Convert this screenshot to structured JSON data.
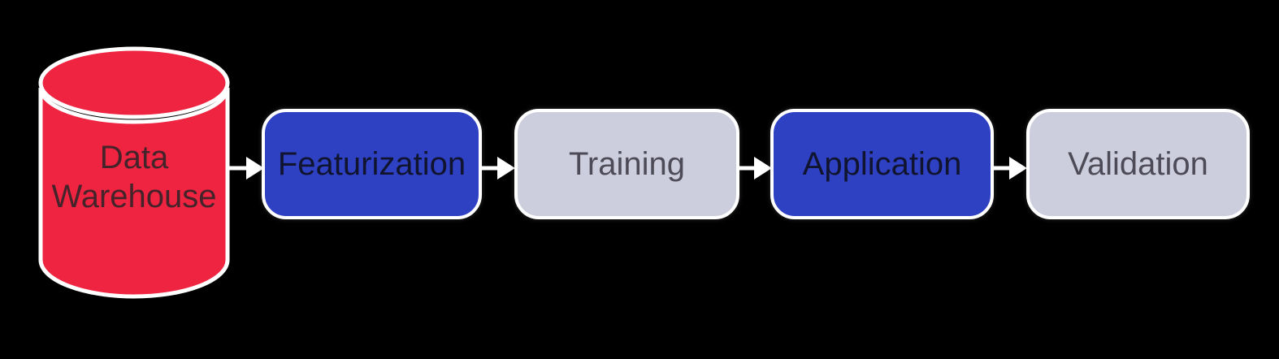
{
  "diagram": {
    "type": "flowchart",
    "background_color": "#000000",
    "border_color": "#ffffff",
    "arrow_color": "#ffffff",
    "source": {
      "shape": "cylinder",
      "label_line1": "Data",
      "label_line2": "Warehouse",
      "label": "Data Warehouse",
      "fill": "#ee2441",
      "text_color": "#45232a"
    },
    "nodes": [
      {
        "label": "Featurization",
        "fill": "#2f41c3",
        "text_color": "#10142e"
      },
      {
        "label": "Training",
        "fill": "#cdcedd",
        "text_color": "#4d4b58"
      },
      {
        "label": "Application",
        "fill": "#2f41c3",
        "text_color": "#10142e"
      },
      {
        "label": "Validation",
        "fill": "#cdcedd",
        "text_color": "#4d4b58"
      }
    ]
  }
}
